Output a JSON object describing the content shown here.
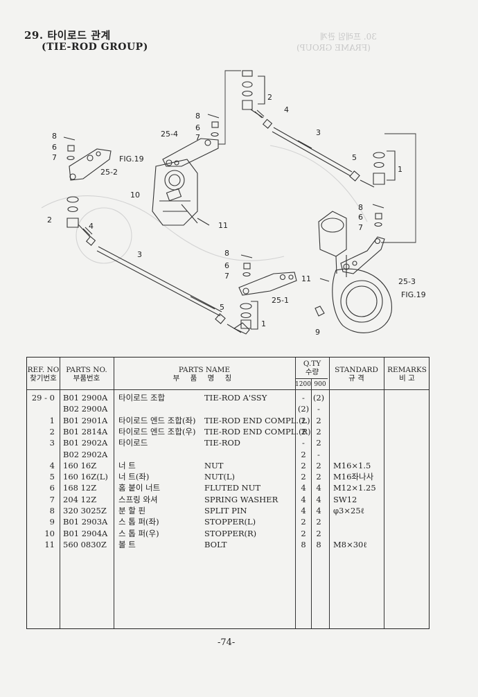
{
  "section": {
    "title_kr": "29. 타이로드 관계",
    "title_en": "(TIE-ROD GROUP)",
    "ghost_kr": "30. 프레임 관계",
    "ghost_en": "(FRAME GROUP)"
  },
  "diagram": {
    "labels": [
      "8",
      "6",
      "7",
      "25-2",
      "2",
      "4",
      "3",
      "FIG.19",
      "10",
      "25-4",
      "11",
      "2",
      "4",
      "3",
      "5",
      "1",
      "8",
      "6",
      "7",
      "25-3",
      "FIG.19",
      "8",
      "6",
      "7",
      "25-1",
      "11",
      "5",
      "1",
      "9",
      "8",
      "6",
      "7"
    ]
  },
  "table": {
    "headers": {
      "ref_en": "REF. NO",
      "ref_kr": "찾기번호",
      "pn_en": "PARTS NO.",
      "pn_kr": "부품번호",
      "name_en": "PARTS NAME",
      "name_kr": "부 품 명 칭",
      "qty_en": "Q.TY",
      "qty_kr": "수량",
      "qty_a": "1200",
      "qty_b": "900",
      "std_en": "STANDARD",
      "std_kr": "규 격",
      "rem_en": "REMARKS",
      "rem_kr": "비 고"
    },
    "rows": [
      {
        "ref": "29 - 0",
        "pn": "B01 2900A",
        "kr": "타이로드 조합",
        "en": "TIE-ROD A'SSY",
        "q1": "-",
        "q2": "(2)",
        "std": ""
      },
      {
        "ref": "",
        "pn": "B02 2900A",
        "kr": "",
        "en": "",
        "q1": "(2)",
        "q2": "-",
        "std": ""
      },
      {
        "ref": "1",
        "pn": "B01 2901A",
        "kr": "타이로드 엔드 조합(좌)",
        "en": "TIE-ROD END COMPL.(L)",
        "q1": "2",
        "q2": "2",
        "std": ""
      },
      {
        "ref": "2",
        "pn": "B01 2814A",
        "kr": "타이로드 엔드 조합(우)",
        "en": "TIE-ROD END COMPL.(R)",
        "q1": "2",
        "q2": "2",
        "std": ""
      },
      {
        "ref": "3",
        "pn": "B01 2902A",
        "kr": "타이로드",
        "en": "TIE-ROD",
        "q1": "-",
        "q2": "2",
        "std": ""
      },
      {
        "ref": "",
        "pn": "B02 2902A",
        "kr": "",
        "en": "",
        "q1": "2",
        "q2": "-",
        "std": ""
      },
      {
        "ref": "4",
        "pn": "160 16Z",
        "kr": "너 트",
        "en": "NUT",
        "q1": "2",
        "q2": "2",
        "std": "M16×1.5"
      },
      {
        "ref": "5",
        "pn": "160 16Z(L)",
        "kr": "너 트(좌)",
        "en": "NUT(L)",
        "q1": "2",
        "q2": "2",
        "std": "M16좌나사"
      },
      {
        "ref": "6",
        "pn": "168 12Z",
        "kr": "홈 붙이 너트",
        "en": "FLUTED NUT",
        "q1": "4",
        "q2": "4",
        "std": "M12×1.25"
      },
      {
        "ref": "7",
        "pn": "204 12Z",
        "kr": "스프링 와셔",
        "en": "SPRING WASHER",
        "q1": "4",
        "q2": "4",
        "std": "SW12"
      },
      {
        "ref": "8",
        "pn": "320 3025Z",
        "kr": "분 할 핀",
        "en": "SPLIT PIN",
        "q1": "4",
        "q2": "4",
        "std": "φ3×25ℓ"
      },
      {
        "ref": "9",
        "pn": "B01 2903A",
        "kr": "스 톱 퍼(좌)",
        "en": "STOPPER(L)",
        "q1": "2",
        "q2": "2",
        "std": ""
      },
      {
        "ref": "10",
        "pn": "B01 2904A",
        "kr": "스 톱 퍼(우)",
        "en": "STOPPER(R)",
        "q1": "2",
        "q2": "2",
        "std": ""
      },
      {
        "ref": "11",
        "pn": "560 0830Z",
        "kr": "볼 트",
        "en": "BOLT",
        "q1": "8",
        "q2": "8",
        "std": "M8×30ℓ"
      }
    ]
  },
  "page_number": "-74-"
}
